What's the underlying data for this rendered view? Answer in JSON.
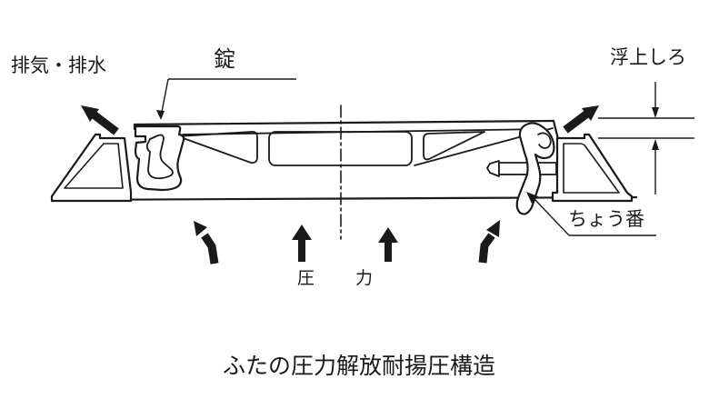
{
  "labels": {
    "exhaust_drain": "排気・排水",
    "lock": "錠",
    "lift_clearance": "浮上しろ",
    "hinge": "ちょう番",
    "pressure": "圧力",
    "caption": "ふたの圧力解放耐揚圧構造"
  },
  "colors": {
    "line": "#1a1a1a",
    "background": "#ffffff"
  }
}
